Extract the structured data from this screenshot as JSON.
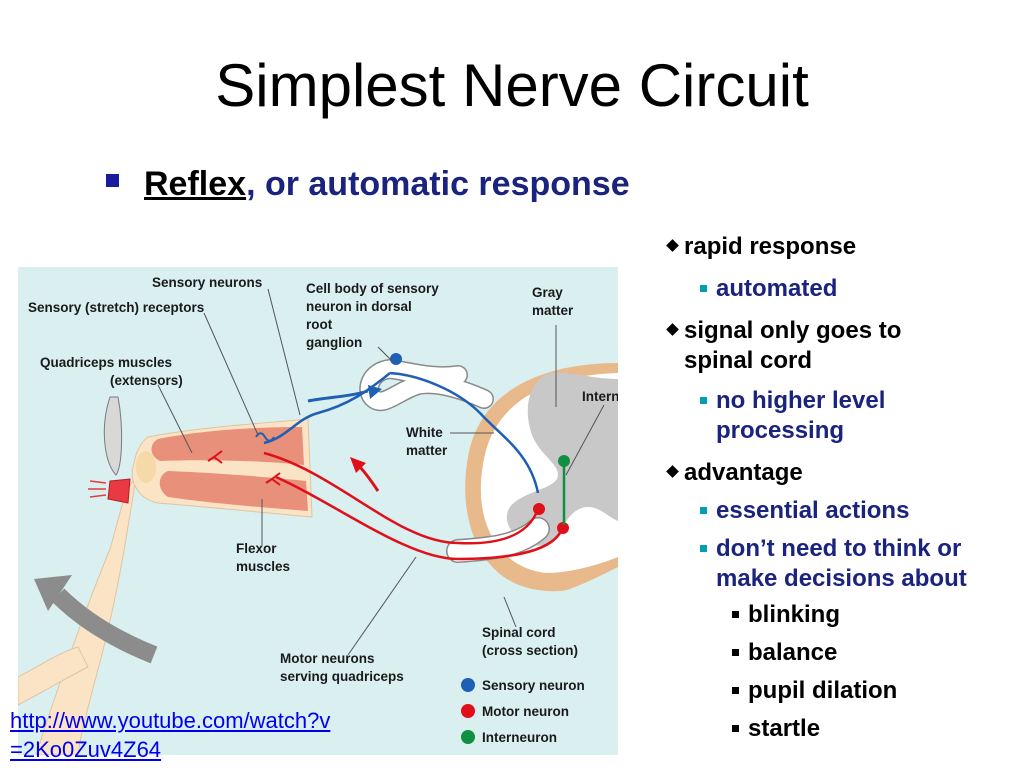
{
  "slide": {
    "title": "Simplest Nerve Circuit",
    "subtitle_keyword": "Reflex",
    "subtitle_rest": ", or automatic response",
    "link": "http://www.youtube.com/watch?v=2Ko0Zuv4Z64"
  },
  "bullets": [
    {
      "level": 1,
      "text": "rapid response"
    },
    {
      "level": 2,
      "text": "automated"
    },
    {
      "level": 1,
      "text": "signal only goes to",
      "cont": "spinal cord"
    },
    {
      "level": 2,
      "text": "no higher level",
      "cont": "processing"
    },
    {
      "level": 1,
      "text": "advantage"
    },
    {
      "level": 2,
      "text": "essential actions"
    },
    {
      "level": 2,
      "text": "don’t need to think or",
      "cont": "make decisions about"
    },
    {
      "level": 3,
      "text": "blinking"
    },
    {
      "level": 3,
      "text": "balance"
    },
    {
      "level": 3,
      "text": "pupil dilation"
    },
    {
      "level": 3,
      "text": "startle"
    }
  ],
  "figure": {
    "labels": {
      "sensory_neurons": "Sensory neurons",
      "stretch_receptors": "Sensory (stretch) receptors",
      "quad_1": "Quadriceps muscles",
      "quad_2": "(extensors)",
      "cell_body_1": "Cell body of sensory",
      "cell_body_2": "neuron in dorsal",
      "cell_body_3": "root",
      "cell_body_4": "ganglion",
      "gray_1": "Gray",
      "gray_2": "matter",
      "interneurons": "Interneurons",
      "white_1": "White",
      "white_2": "matter",
      "flexor_1": "Flexor",
      "flexor_2": "muscles",
      "spinal_1": "Spinal cord",
      "spinal_2": "(cross section)",
      "motor_1": "Motor neurons",
      "motor_2": "serving quadriceps"
    },
    "legend": [
      {
        "label": "Sensory neuron",
        "color": "#1f5fb4"
      },
      {
        "label": "Motor neuron",
        "color": "#e0101a"
      },
      {
        "label": "Interneuron",
        "color": "#109040"
      }
    ],
    "colors": {
      "background": "#d9eff0",
      "sensory": "#1f5fb4",
      "motor": "#e0101a",
      "inter": "#109040",
      "gray_matter": "#c8c8c8",
      "cord_outer": "#e8b98a",
      "arrow": "#8c8c8c",
      "skin": "#fbe3c6",
      "muscle": "#e8907a"
    }
  }
}
